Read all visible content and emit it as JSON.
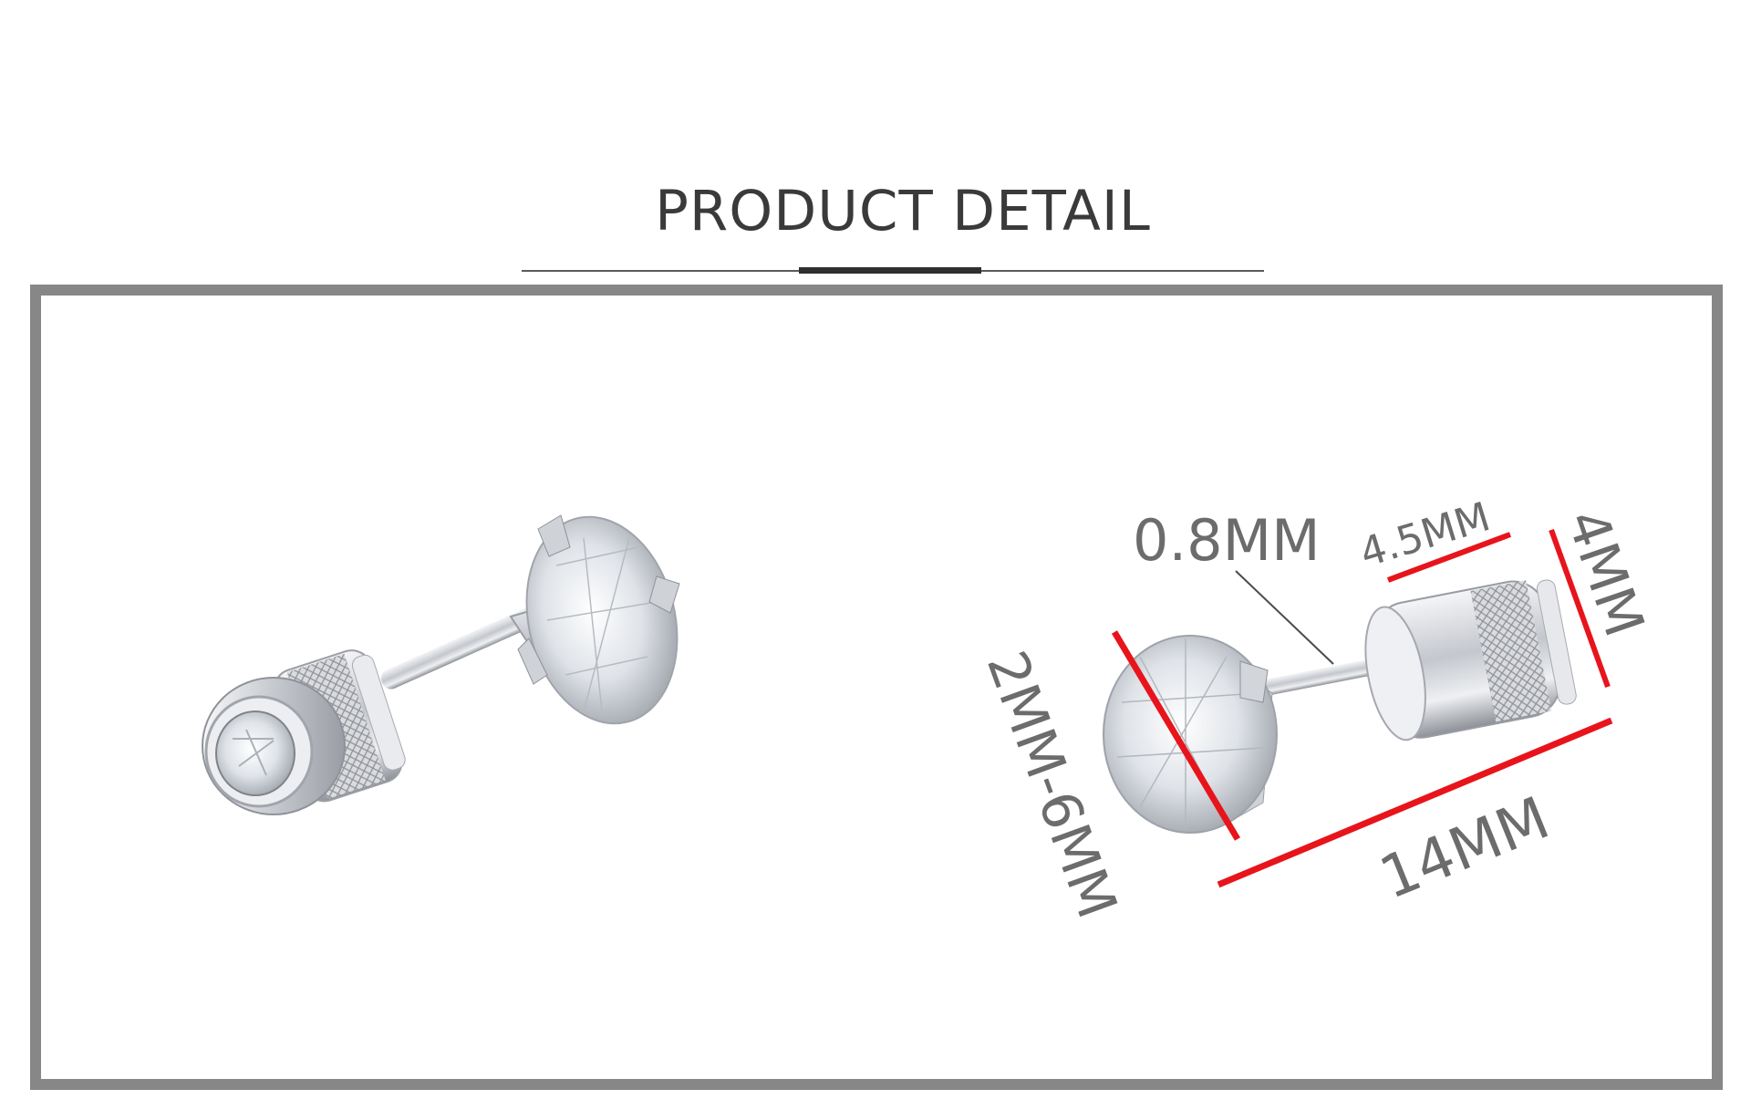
{
  "header": {
    "title": "PRODUCT DETAIL"
  },
  "dimensions": {
    "pin_thickness": "0.8MM",
    "back_length": "4.5MM",
    "back_diameter": "4MM",
    "stone_size": "2MM-6MM",
    "total_length": "14MM"
  },
  "colors": {
    "frame": "#878787",
    "measure_line": "#e8141c",
    "metal": "#c9ccd2",
    "label": "#6c6c6c"
  }
}
